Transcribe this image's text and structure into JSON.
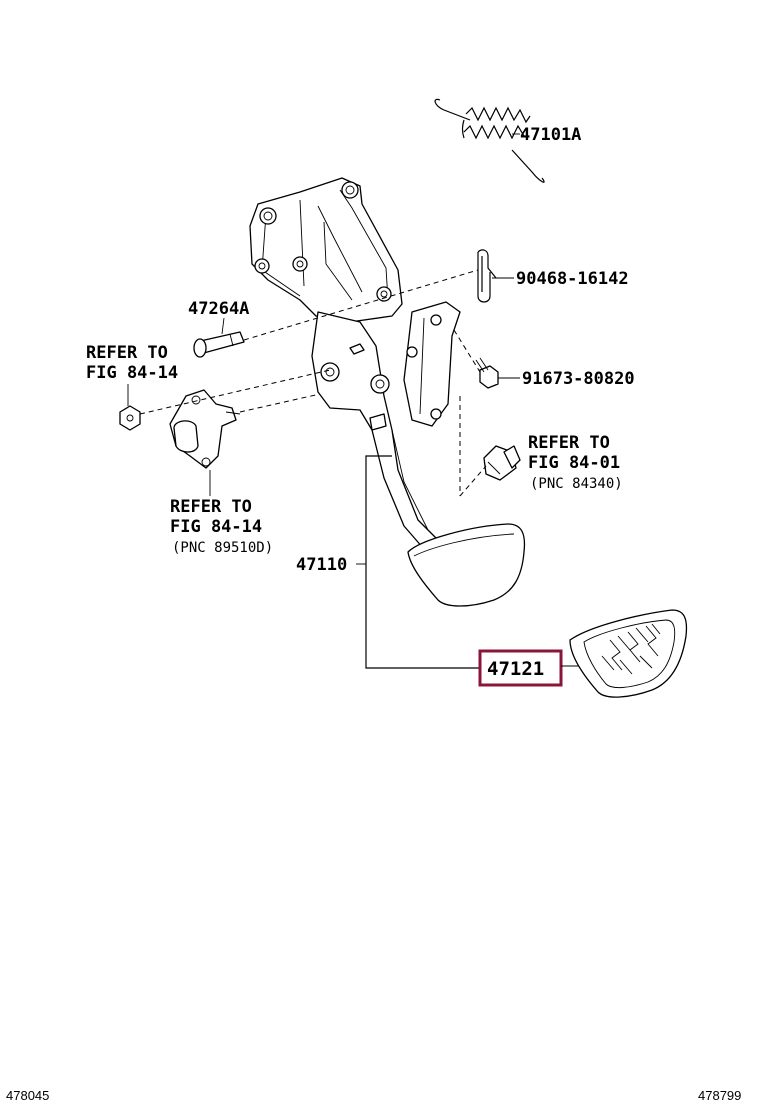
{
  "labels": {
    "spring": "47101A",
    "clip": "90468-16142",
    "pin": "47264A",
    "bolt": "91673-80820",
    "refer_left_line1": "REFER TO",
    "refer_left_line2": "FIG 84-14",
    "refer_right_line1": "REFER TO",
    "refer_right_line2": "FIG 84-01",
    "refer_right_line3": "(PNC 84340)",
    "refer_sensor_line1": "REFER TO",
    "refer_sensor_line2": "FIG 84-14",
    "refer_sensor_line3": "(PNC 89510D)",
    "pedal_assy": "47110",
    "pedal_pad": "47121"
  },
  "highlight": {
    "part": "47121",
    "color": "#8b1538"
  },
  "footer": {
    "left_code": "478045",
    "right_code": "478799"
  }
}
